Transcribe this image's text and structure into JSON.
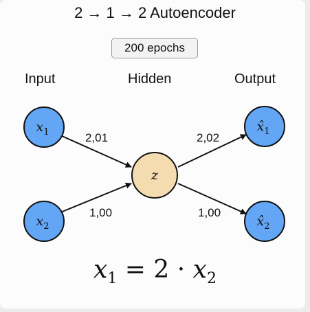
{
  "title": "2 → 1 → 2 Autoencoder",
  "epochs_label": "200 epochs",
  "columns": {
    "input": "Input",
    "hidden": "Hidden",
    "output": "Output"
  },
  "nodes": {
    "x1": {
      "var": "x",
      "sub": "1"
    },
    "x2": {
      "var": "x",
      "sub": "2"
    },
    "z": {
      "var": "z"
    },
    "xhat1": {
      "var": "x̂",
      "sub": "1"
    },
    "xhat2": {
      "var": "x̂",
      "sub": "2"
    }
  },
  "weights": {
    "x1_z": "2,01",
    "x2_z": "1,00",
    "z_xhat1": "2,02",
    "z_xhat2": "1,00"
  },
  "equation": {
    "lhs_var": "x",
    "lhs_sub": "1",
    "eq": "=",
    "coef": "2",
    "dot": "·",
    "rhs_var": "x",
    "rhs_sub": "2"
  },
  "colors": {
    "io_node": "#62a6f5",
    "hidden_node": "#f5dcb0",
    "edge": "#111111",
    "background": "#fcfcfc"
  }
}
